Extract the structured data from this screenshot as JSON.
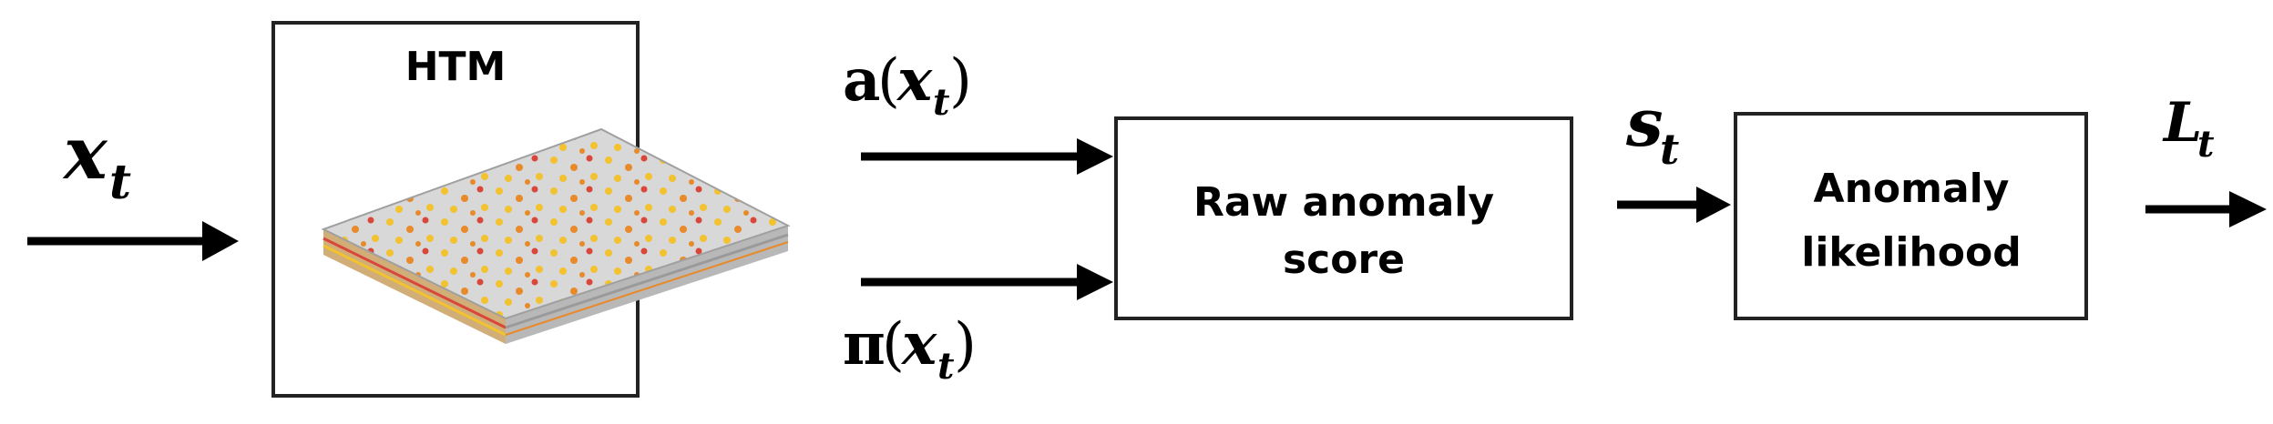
{
  "input": {
    "var": "x",
    "sub": "t"
  },
  "htm_box": {
    "title": "HTM"
  },
  "branch_top": {
    "fn": "a",
    "var": "x",
    "sub": "t"
  },
  "branch_bottom": {
    "fn": "π",
    "var": "x",
    "sub": "t"
  },
  "raw_box": {
    "line1": "Raw anomaly",
    "line2": "score"
  },
  "score": {
    "var": "s",
    "sub": "t"
  },
  "likelihood_box": {
    "line1": "Anomaly",
    "line2": "likelihood"
  },
  "output": {
    "var": "L",
    "sub": "t"
  },
  "colors": {
    "dot_yellow": "#f2c230",
    "dot_orange": "#e88a2a",
    "dot_red": "#d9463a",
    "layer": "#dcdcdc"
  }
}
